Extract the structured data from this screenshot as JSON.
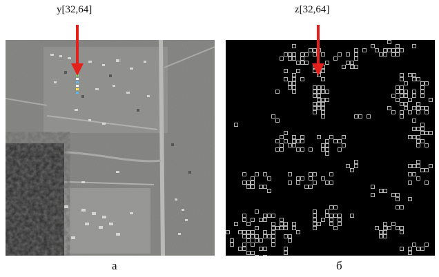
{
  "figure": {
    "panel_a": {
      "top_label": "y[32,64]",
      "caption": "а"
    },
    "panel_b": {
      "top_label": "z[32,64]",
      "caption": "б"
    },
    "colors": {
      "arrow": "#e5201c",
      "satellite_bg": "#7a7a78",
      "binary_bg": "#000000",
      "binary_fg": "#ffffff"
    }
  }
}
